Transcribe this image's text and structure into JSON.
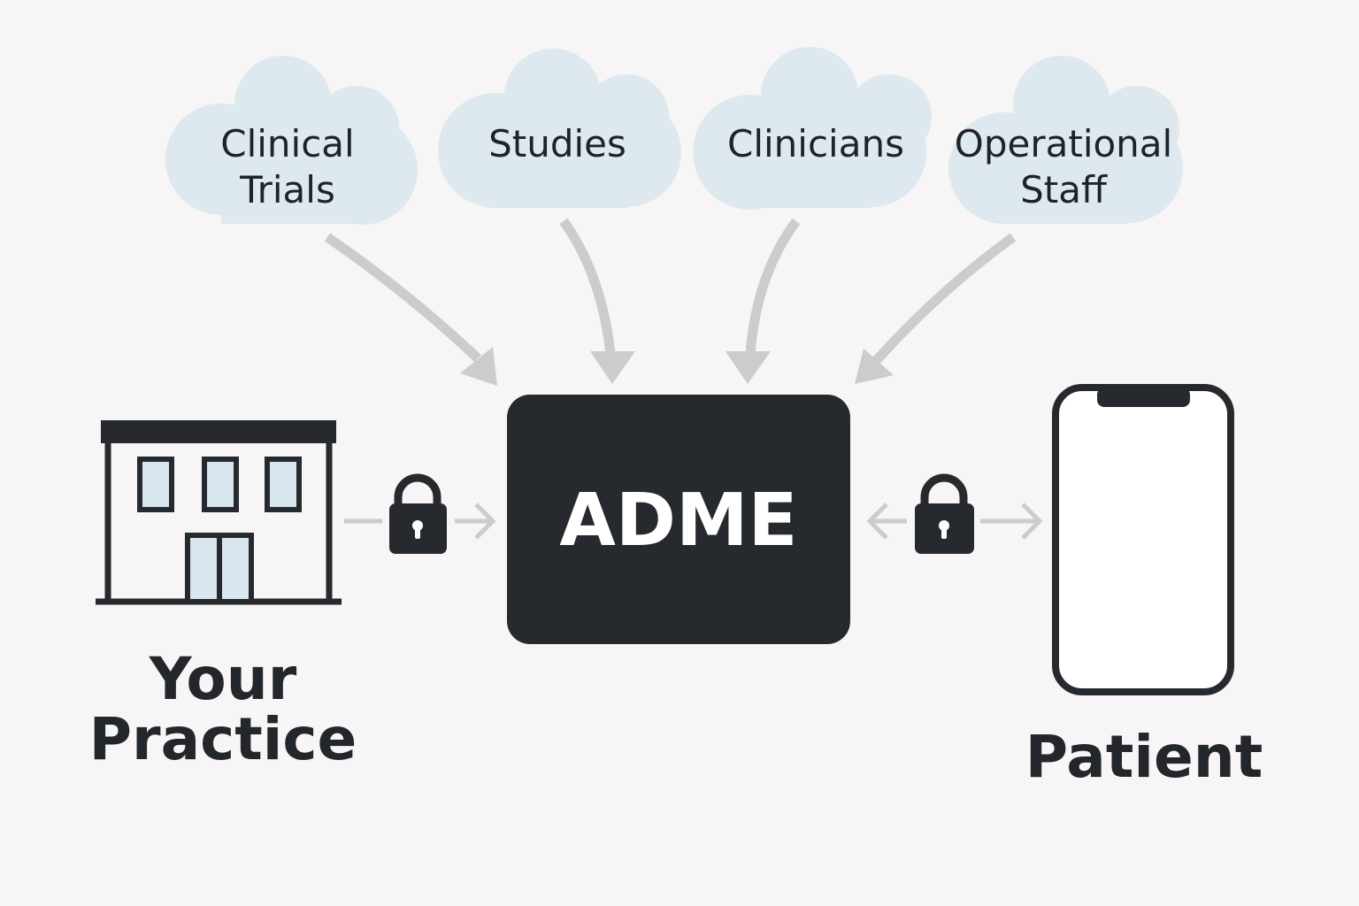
{
  "sources": [
    {
      "lines": [
        "Clinical",
        "Trials"
      ]
    },
    {
      "lines": [
        "Studies"
      ]
    },
    {
      "lines": [
        "Clinicians"
      ]
    },
    {
      "lines": [
        "Operational",
        "Staff"
      ]
    }
  ],
  "hub": {
    "label": "ADME"
  },
  "left": {
    "lines": [
      "Your",
      "Practice"
    ]
  },
  "right": {
    "label": "Patient"
  },
  "colors": {
    "background": "#f7f5f5",
    "cloud": "#dde8ef",
    "arrow": "#cccccc",
    "hub": "#262a2e",
    "ink": "#23272b",
    "window": "#d8e6ee"
  },
  "icons": {
    "practice": "building-icon",
    "patient": "smartphone-icon",
    "lock": "padlock-icon"
  }
}
